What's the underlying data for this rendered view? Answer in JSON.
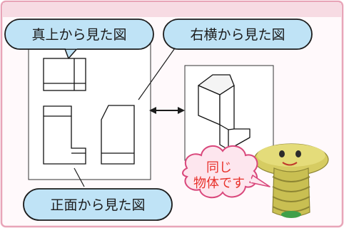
{
  "labels": {
    "top_view": "真上から見た図",
    "right_view": "右横から見た図",
    "front_view": "正面から見た図",
    "same_object_line1": "同じ",
    "same_object_line2": "物体です"
  },
  "colors": {
    "top_band": "#f7dbe3",
    "border": "#e8a5b8",
    "panel_bg": "#fff7f9",
    "bubble_fill": "#bfe3f6",
    "bubble_stroke": "#1c1c1c",
    "cloud_fill": "#fde6ee",
    "cloud_stroke": "#d9477b",
    "cloud_text": "#e8302a",
    "arrow": "#1c1c1c",
    "screw": "#d6cc62"
  },
  "icons": {
    "double_arrow": "double-headed-arrow-icon",
    "screw_character": "screw-character-icon"
  }
}
